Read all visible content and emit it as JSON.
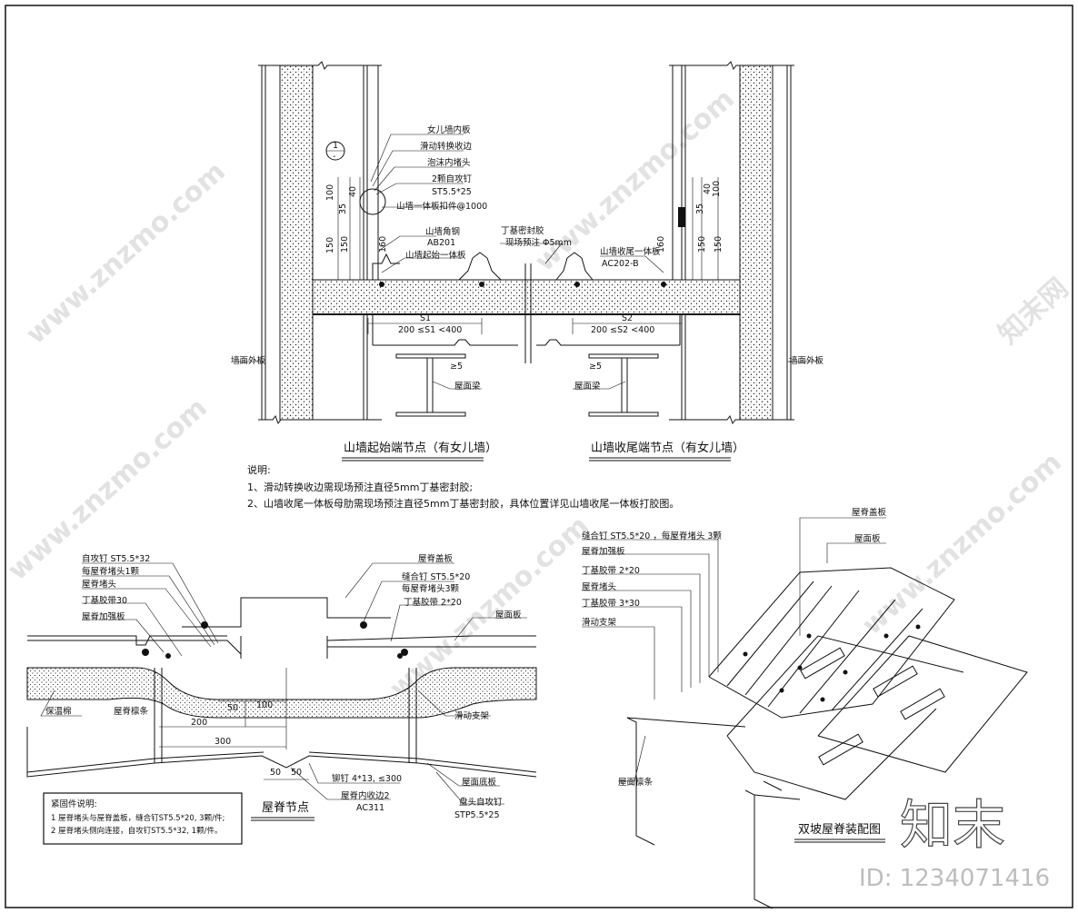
{
  "left_detail": {
    "title": "山墙起始端节点（有女儿墙）",
    "labels": [
      "女儿墙内板",
      "滑动转换收边",
      "泡沫内堵头",
      "2颗自攻钉",
      "ST5.5*25",
      "山墙一体板扣件@1000",
      "山墙角钢",
      "AB201",
      "山墙起始一体板",
      "墙面外板",
      "屋面梁"
    ],
    "section_mark": [
      "1",
      "-"
    ],
    "dims_v": [
      "100",
      "35",
      "40",
      "150",
      "150",
      "160"
    ],
    "span_label": "S1",
    "span_range": "200 ≤S1 <400",
    "slope_mark": "≥5"
  },
  "center_detail": {
    "labels": [
      "丁基密封胶",
      "现场预注 Φ5mm"
    ]
  },
  "right_detail": {
    "title": "山墙收尾端节点（有女儿墙）",
    "labels": [
      "山墙收尾一体板",
      "AC202-B",
      "墙面外板",
      "屋面梁"
    ],
    "dims_v": [
      "100",
      "35",
      "40",
      "150",
      "150",
      "160"
    ],
    "span_label": "S2",
    "span_range": "200 ≤S2 <400",
    "slope_mark": "≥5"
  },
  "notes": {
    "heading": "说明:",
    "items": [
      "1、滑动转换收边需现场预注直径5mm丁基密封胶;",
      "2、山墙收尾一体板母肋需现场预注直径5mm丁基密封胶，具体位置详见山墙收尾一体板打胶图。"
    ]
  },
  "ridge_detail": {
    "title": "屋脊节点",
    "labels_left": [
      "自攻钉 ST5.5*32",
      "每屋脊堵头1颗",
      "屋脊堵头",
      "丁基胶带30",
      "屋脊加强板",
      "保温棉",
      "屋脊檩条"
    ],
    "labels_right": [
      "屋脊盖板",
      "缝合钉 ST5.5*20",
      "每屋脊堵头3颗",
      "丁基胶带 2*20",
      "屋面板",
      "滑动支架"
    ],
    "labels_bottom": [
      "铆钉 4*13, ≤300",
      "屋脊内收边2",
      "AC311",
      "屋面底板",
      "盘头自攻钉",
      "STP5.5*25"
    ],
    "dims": [
      "50",
      "100",
      "200",
      "300",
      "50",
      "50"
    ]
  },
  "fastener_note": {
    "heading": "紧固件说明:",
    "items": [
      "1 屋脊堵头与屋脊盖板，缝合钉ST5.5*20, 3颗/件;",
      "2 屋脊堵头侧向连接，自攻钉ST5.5*32, 1颗/件。"
    ]
  },
  "iso_detail": {
    "title": "双坡屋脊装配图",
    "labels": [
      "屋脊盖板",
      "屋面板",
      "缝合钉 ST5.5*20 ，每屋脊堵头 3颗",
      "屋脊加强板",
      "丁基胶带 2*20",
      "屋脊堵头",
      "丁基胶带 3*30",
      "滑动支架",
      "屋面檩条"
    ]
  },
  "branding": {
    "logo": "知末",
    "id_text": "ID: 1234071416",
    "watermark": "www.znzmo.com",
    "watermark_short": "知末网"
  }
}
